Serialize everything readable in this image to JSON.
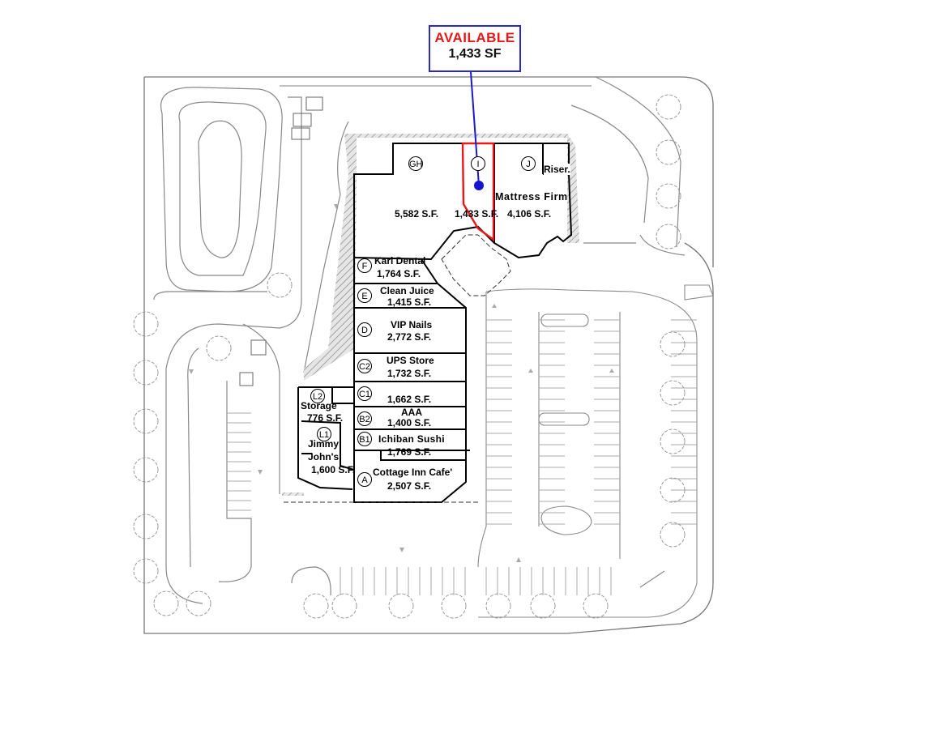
{
  "callout": {
    "status": "AVAILABLE",
    "area": "1,433 SF"
  },
  "colors": {
    "available_outline": "#e81818",
    "pointer_line": "#1a1acc",
    "pointer_dot": "#1515d0"
  },
  "units": {
    "gh": {
      "id": "GH",
      "area": "5,582 S.F."
    },
    "i": {
      "id": "I",
      "area": "1,433 S.F."
    },
    "j": {
      "id": "J",
      "name": "Mattress Firm",
      "area": "4,106 S.F.",
      "riser": "Riser."
    },
    "f": {
      "id": "F",
      "name": "Kari Dental",
      "area": "1,764 S.F."
    },
    "e": {
      "id": "E",
      "name": "Clean Juice",
      "area": "1,415 S.F."
    },
    "d": {
      "id": "D",
      "name": "VIP Nails",
      "area": "2,772 S.F."
    },
    "c2": {
      "id": "C2",
      "name": "UPS Store",
      "area": "1,732 S.F."
    },
    "c1": {
      "id": "C1",
      "area": "1,662 S.F."
    },
    "b2": {
      "id": "B2",
      "name": "AAA",
      "area": "1,400 S.F."
    },
    "b1": {
      "id": "B1",
      "name": "Ichiban Sushi",
      "area": "1,769 S.F."
    },
    "a": {
      "id": "A",
      "name": "Cottage Inn Cafe'",
      "area": "2,507 S.F."
    },
    "l2": {
      "id": "L2",
      "name": "Storage",
      "area": "776 S.F."
    },
    "l1": {
      "id": "L1",
      "name_line1": "Jimmy",
      "name_line2": "John's",
      "area": "1,600 S.F."
    }
  }
}
